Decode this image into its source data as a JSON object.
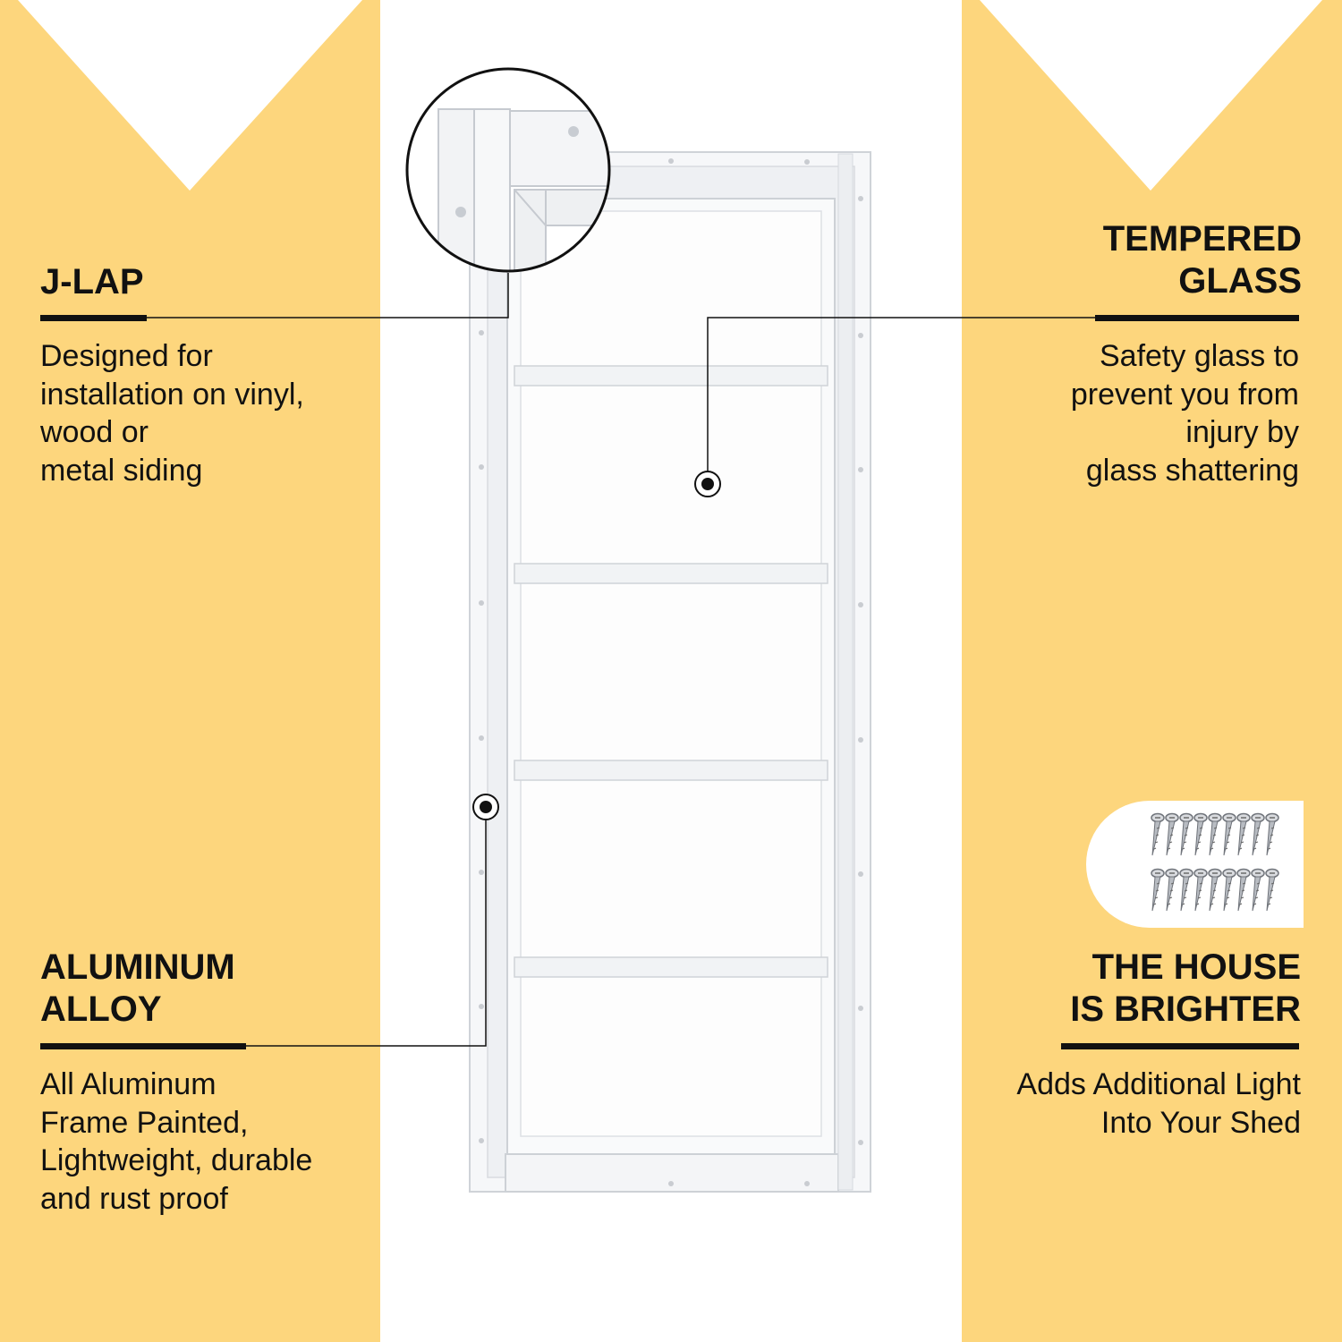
{
  "theme": {
    "panel_color": "#fdd67d",
    "frame_color": "#f4f5f7",
    "text_color": "#111111"
  },
  "features": {
    "j_lap": {
      "title": "J-LAP",
      "description": "Designed for\ninstallation on vinyl,\nwood or\nmetal siding"
    },
    "tempered_glass": {
      "title": "TEMPERED\nGLASS",
      "description": "Safety glass to\nprevent you from\ninjury by\nglass shattering"
    },
    "aluminum_alloy": {
      "title": "ALUMINUM\nALLOY",
      "description": "All Aluminum\nFrame Painted,\nLightweight, durable\nand rust proof"
    },
    "house_brighter": {
      "title": "THE HOUSE\nIS BRIGHTER",
      "description": "Adds Additional Light\nInto Your Shed"
    }
  },
  "window": {
    "pane_count": 5,
    "icon": "shed-window-frame"
  },
  "inset_icons": {
    "corner_detail": "j-lap-corner-detail-icon",
    "screws": "screws-icon"
  }
}
